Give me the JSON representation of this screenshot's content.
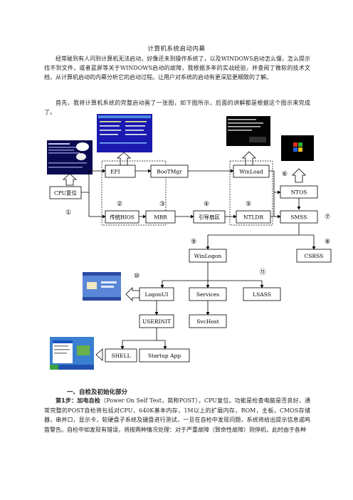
{
  "doc": {
    "title": "计算机系统启动内幕",
    "para1": "经常碰到有人问到计算机无法启动，好像还未到操作系统了，以及WINDOWS启动怎么慢，怎么提示找不到文件，或者蓝屏等关于WINDOWS启动的故障，我根据多年的实战经验，并查阅了微软的技术文档，从计算机启动的内幕分析它的启动过程。让用户对系统的启动有更深层更细致的了解。",
    "para2": "首先，我将计算机系统的完整启动画了一张图，如下图所示，后面的讲解都是根据这个图示来完成了。",
    "section1_heading": "一、自检及初始化部分",
    "step1_label": "第1步：加电自检",
    "step1_text": "（Power On Self Test，简称POST），CPU复位。功能是检查电脑是否良好，通常完整的POST自检将包括对CPU，640K基本内存，1M以上的扩展内存，ROM，主板，CMOS存储器，串并口，显示卡，软硬盘子系统及键盘进行测试，一旦在自检中发现问题，系统将给出提示信息或鸣笛警告。自检中如发现有错误，将按两种情况处理：对于严重故障（致命性故障）则停机，此时由于各种"
  },
  "diagram": {
    "nodes": {
      "cpu": "CPU复位",
      "efi": "EFI",
      "bootmgr": "BooTMgr",
      "winload": "WinLoad",
      "bios": "传统BIOS",
      "mbr": "MBR",
      "bootsector": "引导扇区",
      "ntldr": "NTLDR",
      "ntos": "NTOS",
      "smss": "SMSS",
      "csrss": "CSRSS",
      "winlogon": "WinLogon",
      "logonui": "LogonUI",
      "services": "Services",
      "lsass": "LSASS",
      "userinit": "USERINIT",
      "svchost": "SvcHost",
      "shell": "SHELL",
      "startup": "Startup App"
    },
    "markers": {
      "m1": "①",
      "m2": "②",
      "m3": "③",
      "m4": "④",
      "m5": "⑤",
      "m6": "⑥",
      "m7": "⑦",
      "m8": "⑧",
      "m9": "⑨",
      "m10": "⑩",
      "m11": "⑪"
    }
  }
}
